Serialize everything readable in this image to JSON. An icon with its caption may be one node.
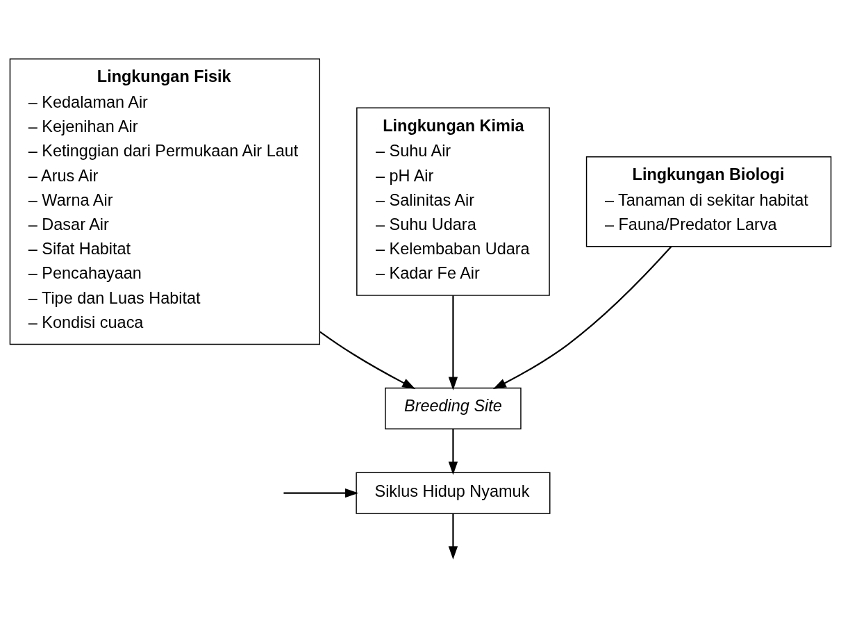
{
  "diagram": {
    "nodes": [
      {
        "text": [
          "Lingkungan Fisik",
          "– Kedalaman Air",
          "– Kejenihan Air",
          "– Ketinggian dari Permukaan Air Laut",
          "– Arus Air",
          "– Warna Air",
          "– Dasar Air",
          "– Sifat Habitat",
          "– Pencahayaan",
          "– Tipe dan Luas Habitat",
          "– Kondisi cuaca"
        ]
      },
      {
        "text": [
          "Lingkungan Kimia",
          "– Suhu Air",
          "– pH Air",
          "– Salinitas Air",
          "– Suhu Udara",
          "– Kelembaban Udara",
          "– Kadar Fe Air"
        ]
      },
      {
        "text": [
          "Lingkungan Biologi",
          "– Tanaman di sekitar habitat",
          "– Fauna/Predator Larva"
        ]
      },
      {
        "text": [
          "Breeding Site"
        ]
      },
      {
        "text": [
          "Siklus Hidup Nyamuk"
        ]
      }
    ],
    "edges": [
      {
        "from": 1,
        "to": 3,
        "arrow": "to"
      },
      {
        "from": 0,
        "to": 3,
        "arrow": "to"
      },
      {
        "from": 2,
        "to": 3,
        "arrow": "to"
      },
      {
        "from": 3,
        "to": 4,
        "arrow": "to"
      },
      {
        "from": null,
        "to": 4,
        "arrow": "to"
      },
      {
        "from": 4,
        "to": null,
        "arrow": "to"
      }
    ]
  }
}
